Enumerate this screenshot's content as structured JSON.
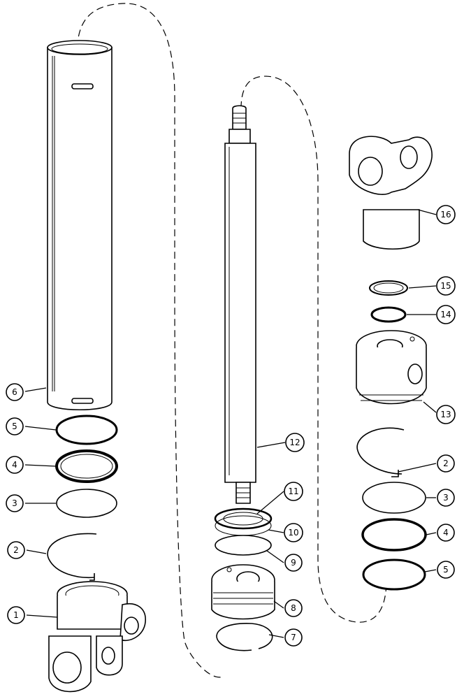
{
  "callouts": [
    {
      "id": "c6",
      "label": "6"
    },
    {
      "id": "c5a",
      "label": "5"
    },
    {
      "id": "c4a",
      "label": "4"
    },
    {
      "id": "c3a",
      "label": "3"
    },
    {
      "id": "c2a",
      "label": "2"
    },
    {
      "id": "c1",
      "label": "1"
    },
    {
      "id": "c12",
      "label": "12"
    },
    {
      "id": "c11",
      "label": "11"
    },
    {
      "id": "c10",
      "label": "10"
    },
    {
      "id": "c9",
      "label": "9"
    },
    {
      "id": "c8",
      "label": "8"
    },
    {
      "id": "c7",
      "label": "7"
    },
    {
      "id": "c16",
      "label": "16"
    },
    {
      "id": "c15",
      "label": "15"
    },
    {
      "id": "c14",
      "label": "14"
    },
    {
      "id": "c13",
      "label": "13"
    },
    {
      "id": "c2b",
      "label": "2"
    },
    {
      "id": "c3b",
      "label": "3"
    },
    {
      "id": "c4b",
      "label": "4"
    },
    {
      "id": "c5b",
      "label": "5"
    }
  ]
}
